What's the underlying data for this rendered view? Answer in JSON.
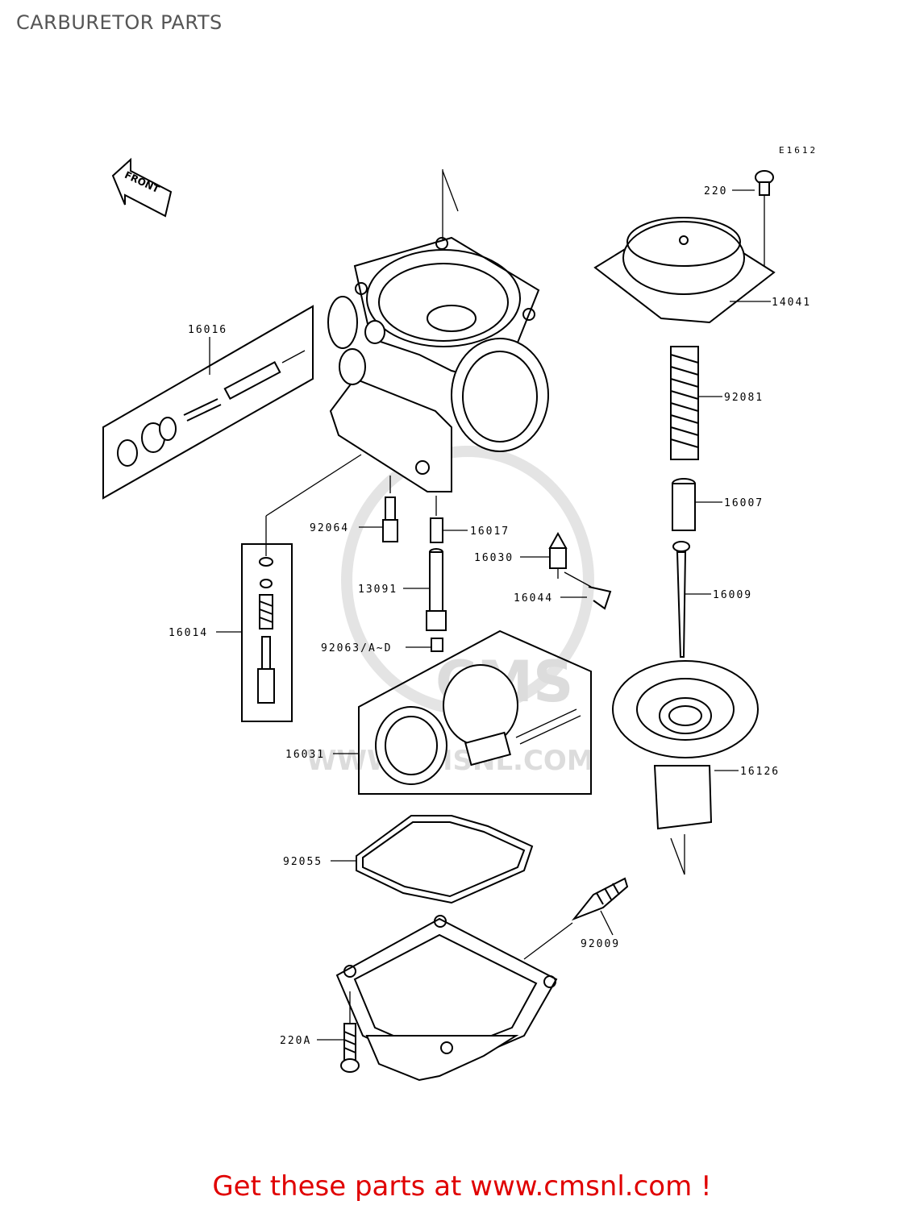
{
  "page_title": "CARBURETOR PARTS",
  "diagram_code": "E1612",
  "front_label": "FRONT",
  "watermark": {
    "text": "WWW.CMSNL.COM",
    "logo": "CMS"
  },
  "labels": {
    "p220": "220",
    "p14041": "14041",
    "p92081": "92081",
    "p16007": "16007",
    "p16009": "16009",
    "p16126": "16126",
    "p16016": "16016",
    "p92064": "92064",
    "p16017": "16017",
    "p16030": "16030",
    "p13091": "13091",
    "p16044": "16044",
    "p16014": "16014",
    "p92063": "92063/A~D",
    "p16031": "16031",
    "p92055": "92055",
    "p92009": "92009",
    "p220a": "220A"
  },
  "footer_text": "Get these parts at www.cmsnl.com !"
}
